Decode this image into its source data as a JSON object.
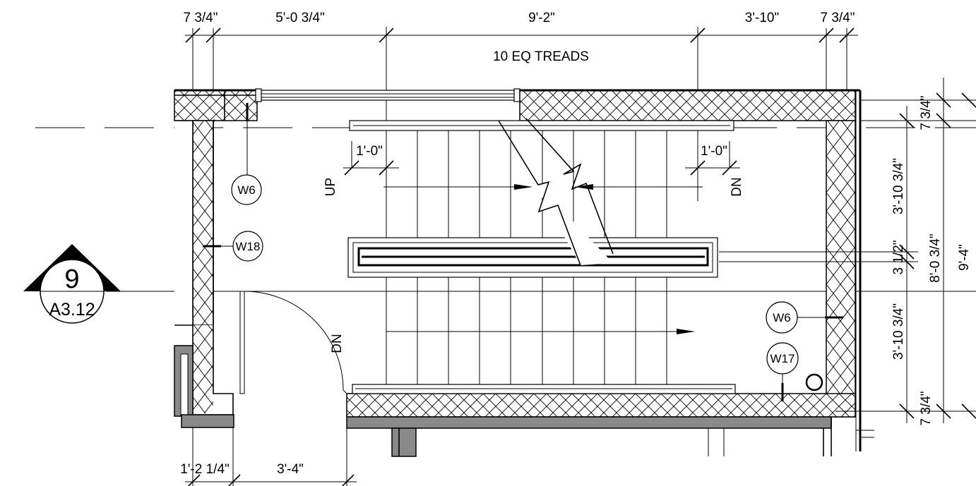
{
  "drawing": {
    "top_dimensions": [
      "7 3/4\"",
      "5'-0 3/4\"",
      "9'-2\"",
      "3'-10\"",
      "7 3/4\""
    ],
    "treads_note": "10 EQ TREADS",
    "bottom_dimensions": [
      "1'-2 1/4\"",
      "3'-4\""
    ],
    "right_dimensions_inner": [
      "7 3/4\"",
      "3'-10 3/4\"",
      "3 1/2\"",
      "3'-10 3/4\"",
      "7 3/4\""
    ],
    "right_dimensions_outer": [
      "8'-0 3/4\"",
      "9'-4\""
    ],
    "tread_depth_left": "1'-0\"",
    "tread_depth_right": "1'-0\"",
    "stair_labels": {
      "up": "UP",
      "down_upper": "DN",
      "down_door": "DN"
    },
    "wall_tags": [
      "W6",
      "W18",
      "W6",
      "W17"
    ],
    "section_marker": {
      "number": "9",
      "sheet": "A3.12"
    }
  }
}
